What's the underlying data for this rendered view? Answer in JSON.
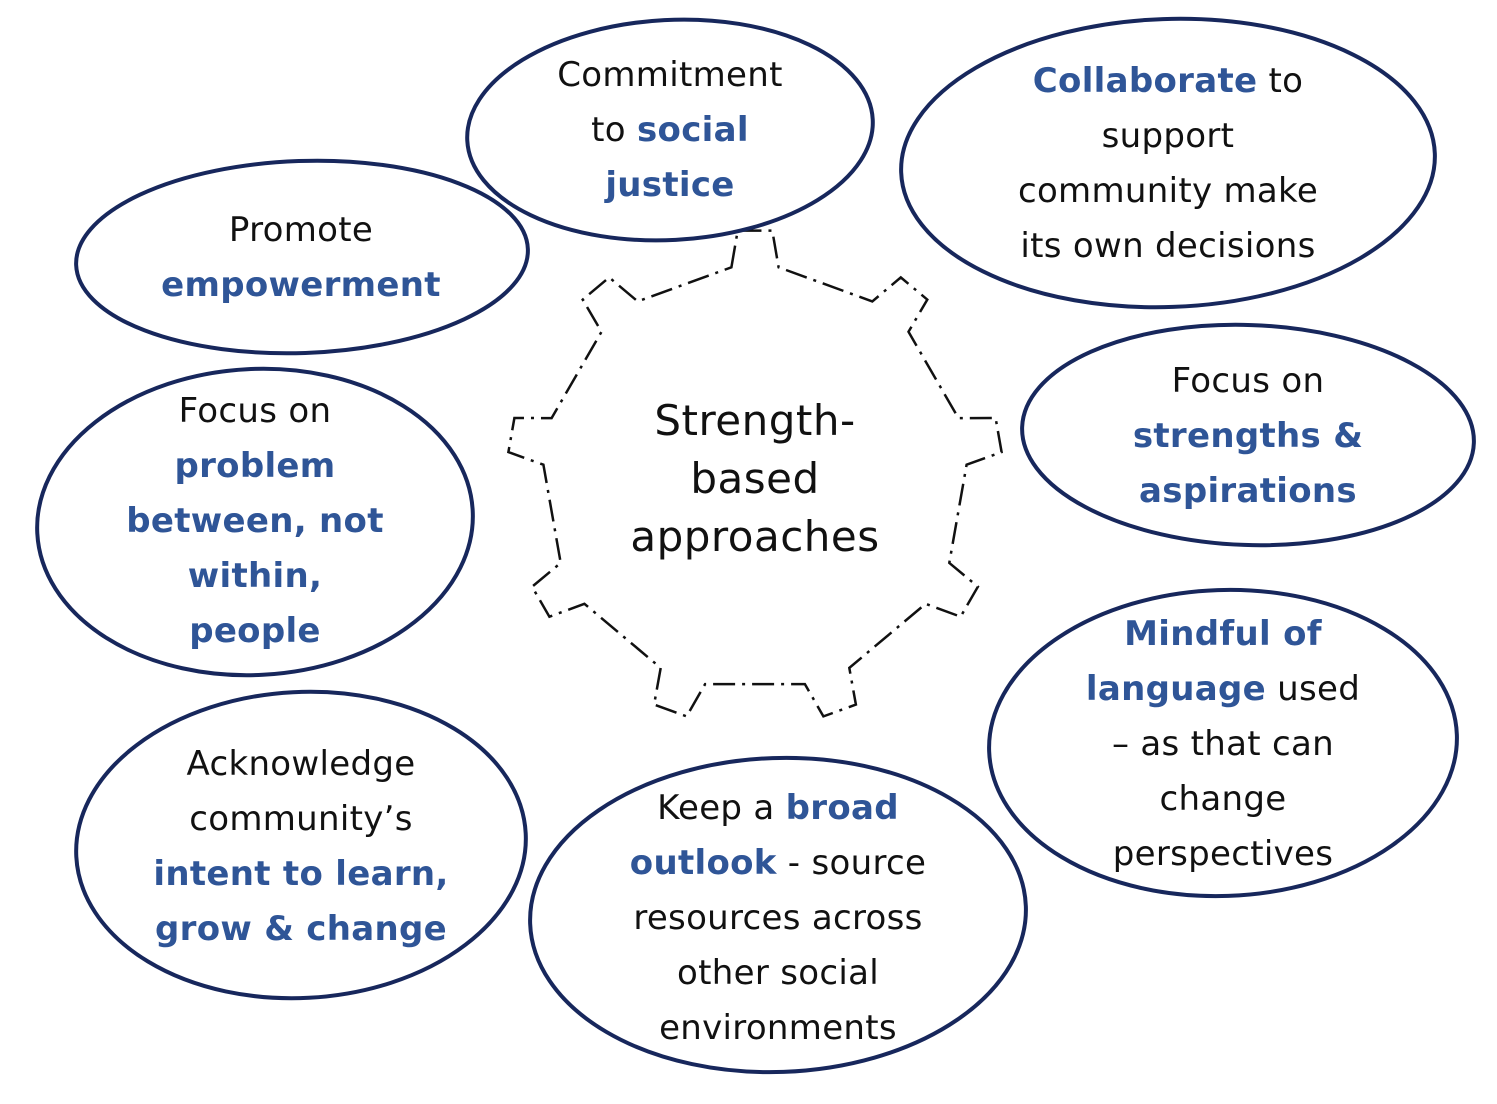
{
  "center": {
    "lines": [
      "Strength-",
      "based",
      "approaches"
    ]
  },
  "colors": {
    "outline": "#17275c",
    "highlight": "#2f5597",
    "text": "#111111"
  },
  "bubbles": [
    {
      "id": "commitment-social-justice",
      "lines": [
        [
          {
            "t": "Commitment",
            "h": false
          }
        ],
        [
          {
            "t": "to ",
            "h": false
          },
          {
            "t": "social",
            "h": true
          }
        ],
        [
          {
            "t": "justice",
            "h": true
          }
        ]
      ]
    },
    {
      "id": "collaborate",
      "lines": [
        [
          {
            "t": "Collaborate",
            "h": true
          },
          {
            "t": " to",
            "h": false
          }
        ],
        [
          {
            "t": "support",
            "h": false
          }
        ],
        [
          {
            "t": "community make",
            "h": false
          }
        ],
        [
          {
            "t": "its own decisions",
            "h": false
          }
        ]
      ]
    },
    {
      "id": "promote-empowerment",
      "lines": [
        [
          {
            "t": "Promote",
            "h": false
          }
        ],
        [
          {
            "t": "empowerment",
            "h": true
          }
        ]
      ]
    },
    {
      "id": "focus-strengths",
      "lines": [
        [
          {
            "t": "Focus on",
            "h": false
          }
        ],
        [
          {
            "t": "strengths &",
            "h": true
          }
        ],
        [
          {
            "t": "aspirations",
            "h": true
          }
        ]
      ]
    },
    {
      "id": "focus-problem",
      "lines": [
        [
          {
            "t": "Focus on",
            "h": false
          }
        ],
        [
          {
            "t": "problem",
            "h": true
          }
        ],
        [
          {
            "t": "between, not",
            "h": true
          }
        ],
        [
          {
            "t": "within,",
            "h": true
          }
        ],
        [
          {
            "t": "people",
            "h": true
          }
        ]
      ]
    },
    {
      "id": "mindful-language",
      "lines": [
        [
          {
            "t": "Mindful of",
            "h": true
          }
        ],
        [
          {
            "t": "language",
            "h": true
          },
          {
            "t": " used",
            "h": false
          }
        ],
        [
          {
            "t": "– as that can",
            "h": false
          }
        ],
        [
          {
            "t": "change",
            "h": false
          }
        ],
        [
          {
            "t": "perspectives",
            "h": false
          }
        ]
      ]
    },
    {
      "id": "acknowledge-community",
      "lines": [
        [
          {
            "t": "Acknowledge",
            "h": false
          }
        ],
        [
          {
            "t": "community’s",
            "h": false
          }
        ],
        [
          {
            "t": "intent to learn,",
            "h": true
          }
        ],
        [
          {
            "t": "grow & change",
            "h": true
          }
        ]
      ]
    },
    {
      "id": "broad-outlook",
      "lines": [
        [
          {
            "t": "Keep a ",
            "h": false
          },
          {
            "t": "broad",
            "h": true
          }
        ],
        [
          {
            "t": "outlook",
            "h": true
          },
          {
            "t": " - source",
            "h": false
          }
        ],
        [
          {
            "t": "resources across",
            "h": false
          }
        ],
        [
          {
            "t": "other social",
            "h": false
          }
        ],
        [
          {
            "t": "environments",
            "h": false
          }
        ]
      ]
    }
  ]
}
